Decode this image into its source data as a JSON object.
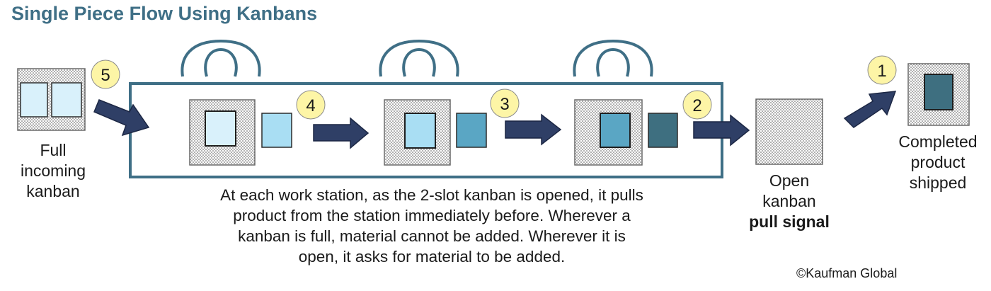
{
  "title": "Single Piece Flow Using Kanbans",
  "labels": {
    "full_incoming": [
      "Full",
      "incoming",
      "kanban"
    ],
    "open_kanban": [
      "Open",
      "kanban"
    ],
    "pull_signal": "pull signal",
    "completed": [
      "Completed",
      "product",
      "shipped"
    ]
  },
  "description": [
    "At each work station, as the 2-slot kanban is opened, it pulls",
    "product from the station immediately before. Wherever a",
    "kanban is full, material cannot be added. Wherever it is",
    "open, it asks for material to be added."
  ],
  "steps": [
    "5",
    "4",
    "3",
    "2",
    "1"
  ],
  "copyright": "©Kaufman Global",
  "colors": {
    "title": "#3f6f86",
    "frame": "#3f6f86",
    "arrow": "#2f3f66",
    "step_badge": "#fdf5a6",
    "stage_1": "#d9f1fb",
    "stage_2": "#a9def3",
    "stage_3": "#5aa6c4",
    "stage_4": "#3e6f80"
  }
}
